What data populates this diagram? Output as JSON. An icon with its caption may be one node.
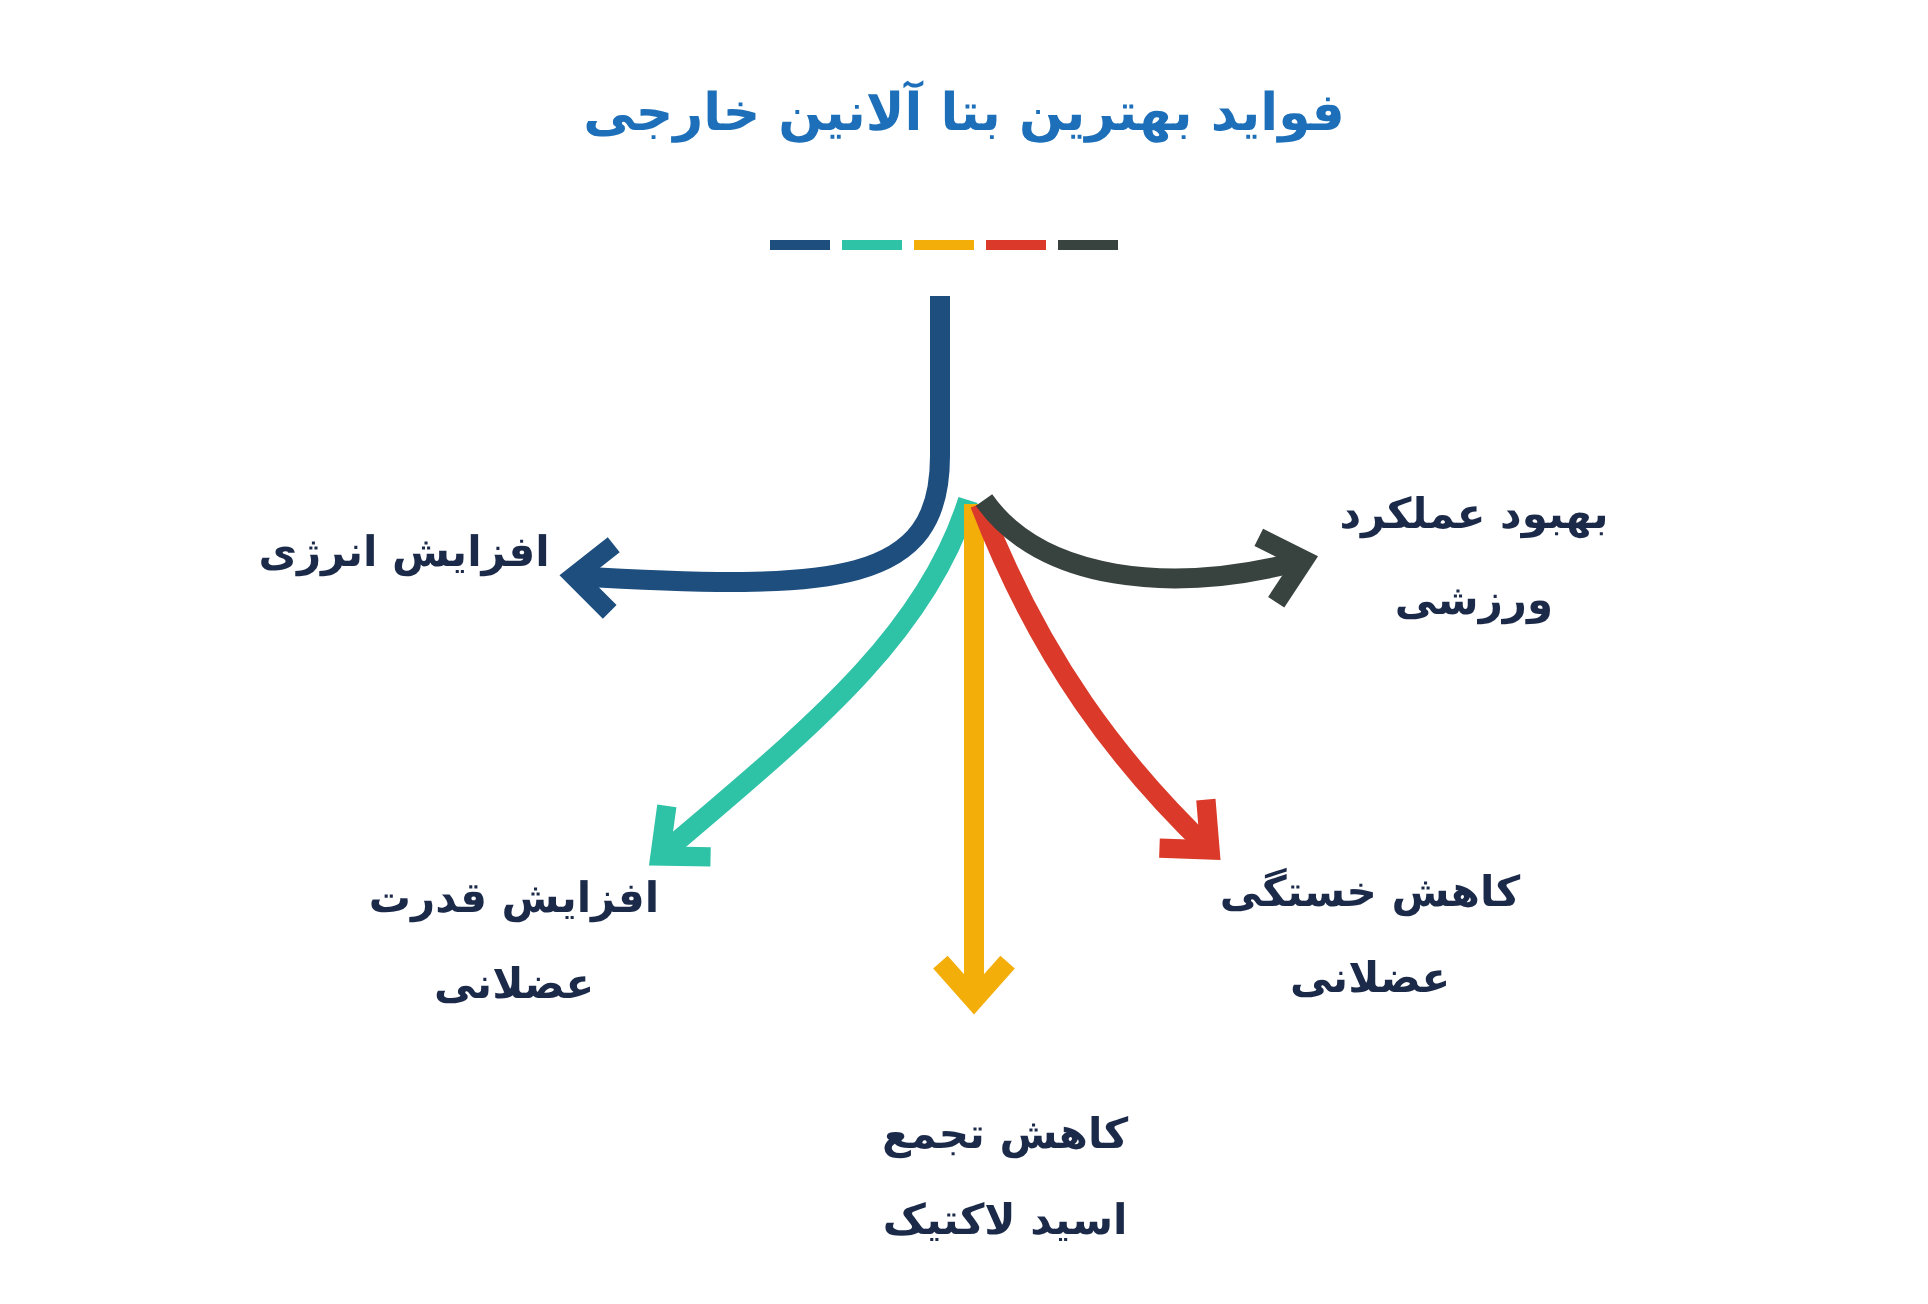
{
  "diagram": {
    "title": "فواید بهترین بتا آلانین خارجی",
    "nodes": [
      {
        "text": [
          "افزایش انرژی"
        ]
      },
      {
        "text": [
          "بهبود عملکرد ورزشی"
        ]
      },
      {
        "text": [
          "افزایش قدرت عضلانی"
        ]
      },
      {
        "text": [
          "کاهش خستگی عضلانی"
        ]
      },
      {
        "text": [
          "کاهش تجمع اسید لاکتیک"
        ]
      }
    ],
    "edges": [
      {
        "from": null,
        "to": 0,
        "arrow": "to",
        "color": "#1d4e7e"
      },
      {
        "from": null,
        "to": 2,
        "arrow": "to",
        "color": "#2ec2a6"
      },
      {
        "from": null,
        "to": 4,
        "arrow": "to",
        "color": "#f4ae0a"
      },
      {
        "from": null,
        "to": 3,
        "arrow": "to",
        "color": "#db3a2a"
      },
      {
        "from": null,
        "to": 1,
        "arrow": "to",
        "color": "#38423f"
      }
    ]
  }
}
